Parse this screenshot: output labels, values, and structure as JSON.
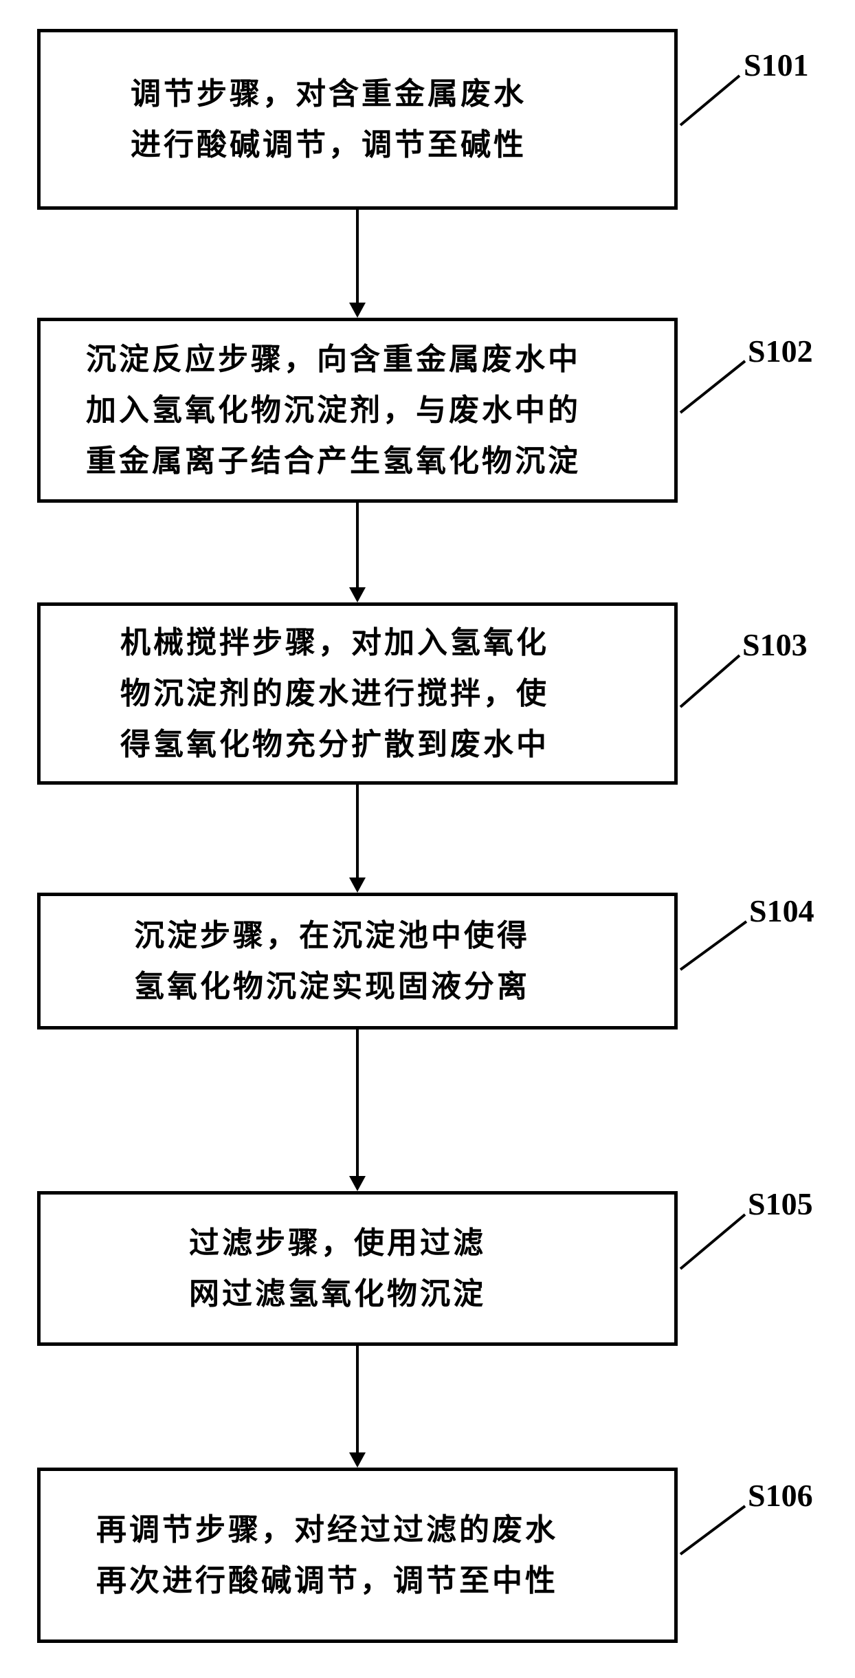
{
  "steps": [
    {
      "id": "S101",
      "lines": [
        "调节步骤，对含重金属废水",
        "进行酸碱调节，调节至碱性"
      ]
    },
    {
      "id": "S102",
      "lines": [
        "沉淀反应步骤，向含重金属废水中",
        "加入氢氧化物沉淀剂，与废水中的",
        "重金属离子结合产生氢氧化物沉淀"
      ]
    },
    {
      "id": "S103",
      "lines": [
        "机械搅拌步骤，对加入氢氧化",
        "物沉淀剂的废水进行搅拌，使",
        "得氢氧化物充分扩散到废水中"
      ]
    },
    {
      "id": "S104",
      "lines": [
        "沉淀步骤，在沉淀池中使得",
        "氢氧化物沉淀实现固液分离"
      ]
    },
    {
      "id": "S105",
      "lines": [
        "过滤步骤，使用过滤",
        "网过滤氢氧化物沉淀"
      ]
    },
    {
      "id": "S106",
      "lines": [
        "再调节步骤，对经过过滤的废水",
        "再次进行酸碱调节，调节至中性"
      ]
    }
  ]
}
